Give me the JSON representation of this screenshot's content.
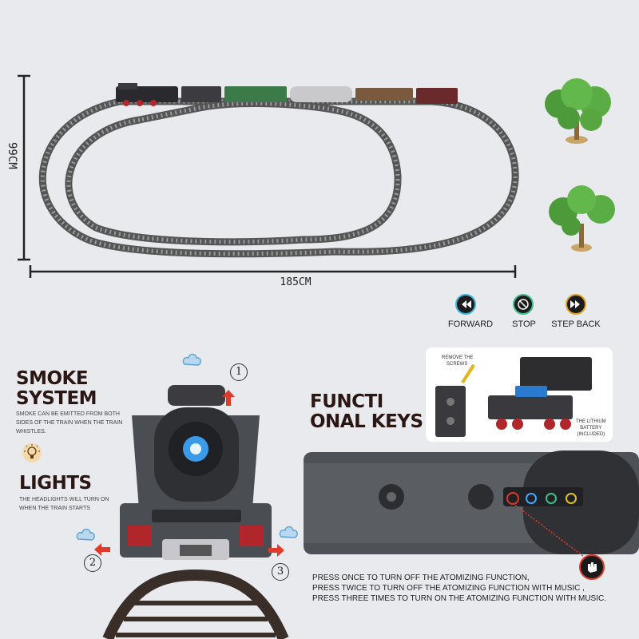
{
  "dimensions": {
    "height": "99CM",
    "width": "185CM"
  },
  "controls": [
    {
      "icon": "rewind-icon",
      "label": "FORWARD",
      "ring": "#37b5d6"
    },
    {
      "icon": "stop-icon",
      "label": "STOP",
      "ring": "#3cc08a"
    },
    {
      "icon": "fast-forward-icon",
      "label": "STEP BACK",
      "ring": "#e0a21d"
    }
  ],
  "smoke": {
    "title_line1": "SMOKE",
    "title_line2": "SYSTEM",
    "desc": "SMOKE CAN BE EMITTED FROM BOTH SIDES OF THE TRAIN WHEN THE TRAIN WHISTLES."
  },
  "lights": {
    "title": "LIGHTS",
    "desc": "THE HEADLIGHTS WILL TURN ON WHEN THE TRAIN STARTS"
  },
  "markers": {
    "one": "1",
    "two": "2",
    "three": "3"
  },
  "functional": {
    "title_line1": "FUNCTI",
    "title_line2": "ONAL KEYS"
  },
  "battery_inset": {
    "remove_screws_line1": "REMOVE THE",
    "remove_screws_line2": "SCREWS",
    "battery_line1": "THE LITHIUM",
    "battery_line2": "BATTERY",
    "battery_line3": "(INCLUDED)"
  },
  "press_lines": [
    "PRESS ONCE TO TURN OFF THE ATOMIZING FUNCTION,",
    "PRESS TWICE TO TURN OFF  THE  ATOMIZING FUNCTION WITH MUSIC ,",
    "PRESS THREE TIMES TO TURN ON THE ATOMIZING FUNCTION WITH  MUSIC."
  ],
  "colors": {
    "title": "#2a1613",
    "accent_red": "#e03a2a",
    "headlight": "#3fa8ff"
  }
}
